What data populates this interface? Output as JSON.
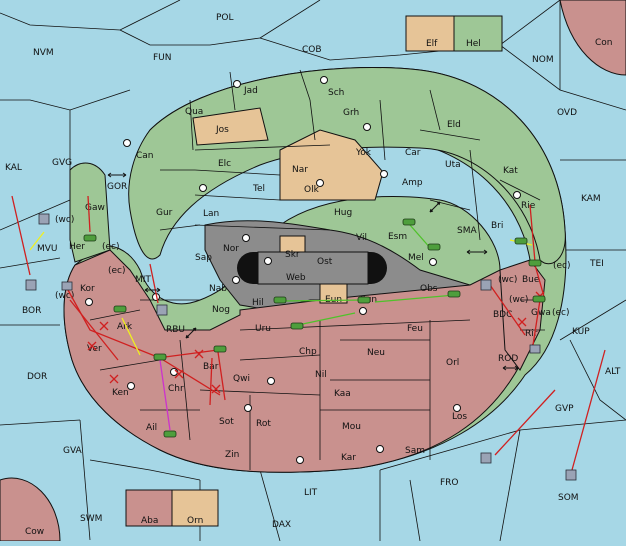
{
  "colors": {
    "sea": "#a6d7e6",
    "green": "#9ec796",
    "tan": "#e6c497",
    "red": "#c9918e",
    "gray": "#8c8c8c",
    "frame": "#000000",
    "arrow_red": "#d02020",
    "arrow_green": "#4fc22a",
    "arrow_yellow": "#f0f020",
    "arrow_magenta": "#cc33cc"
  },
  "legend_top": {
    "left": "Elf",
    "right": "Hel"
  },
  "legend_bottom": {
    "left": "Aba",
    "right": "Orn"
  },
  "ocean_labels": {
    "pol": "POL",
    "nvm": "NVM",
    "fun": "FUN",
    "cob": "COB",
    "nom": "NOM",
    "con": "Con",
    "ovd": "OVD",
    "kal": "KAL",
    "gvg": "GVG",
    "mvu": "MVU",
    "bor": "BOR",
    "dor": "DOR",
    "gva": "GVA",
    "kam": "KAM",
    "tei": "TEI",
    "kup": "KUP",
    "alt": "ALT",
    "gvp": "GVP",
    "som": "SOM",
    "fro": "FRO",
    "lit": "LIT",
    "swm": "SWM",
    "dax": "DAX",
    "cow": "Cow",
    "sma": "SMA",
    "gor": "GOR",
    "mit": "MIT",
    "rbu": "RBU",
    "rod": "ROD",
    "bdc": "BDC"
  },
  "region_labels": {
    "jad": "Jad",
    "sch": "Sch",
    "qua": "Qua",
    "jos": "Jos",
    "grh": "Grh",
    "eld": "Eld",
    "can": "Can",
    "elc": "Elc",
    "nar": "Nar",
    "yok": "Yok",
    "car": "Car",
    "uta": "Uta",
    "tel": "Tel",
    "olk": "Olk",
    "amp": "Amp",
    "kat": "Kat",
    "gaw": "Gaw",
    "gur": "Gur",
    "lan": "Lan",
    "hug": "Hug",
    "rie": "Rie",
    "bri": "Bri",
    "esm": "Esm",
    "her": "Her",
    "nor": "Nor",
    "skr": "Skr",
    "vil": "Vil",
    "sap": "Sap",
    "ost": "Ost",
    "web": "Web",
    "mel": "Mel",
    "bue": "Bue",
    "kor": "Kor",
    "nab": "Nab",
    "eun": "Eun",
    "sun": "Sun",
    "obs": "Obs",
    "gwa": "Gwa",
    "hil": "Hil",
    "nog": "Nog",
    "rir": "Rir",
    "ark": "Ark",
    "uru": "Uru",
    "feu": "Feu",
    "ver": "Ver",
    "chp": "Chp",
    "neu": "Neu",
    "chr": "Chr",
    "bar": "Bar",
    "nil": "Nil",
    "qwi": "Qwi",
    "orl": "Orl",
    "ken": "Ken",
    "kaa": "Kaa",
    "sot": "Sot",
    "ail": "Ail",
    "rot": "Rot",
    "mou": "Mou",
    "los": "Los",
    "zin": "Zin",
    "sam": "Sam",
    "kar": "Kar"
  },
  "coast_tags": {
    "wc1": "(wc)",
    "ec1": "(ec)",
    "ec2": "(ec)",
    "wc2": "(wc)",
    "wc3": "(wc)",
    "ec3": "(ec)",
    "wc4": "(wc)",
    "ec4": "(ec)"
  }
}
